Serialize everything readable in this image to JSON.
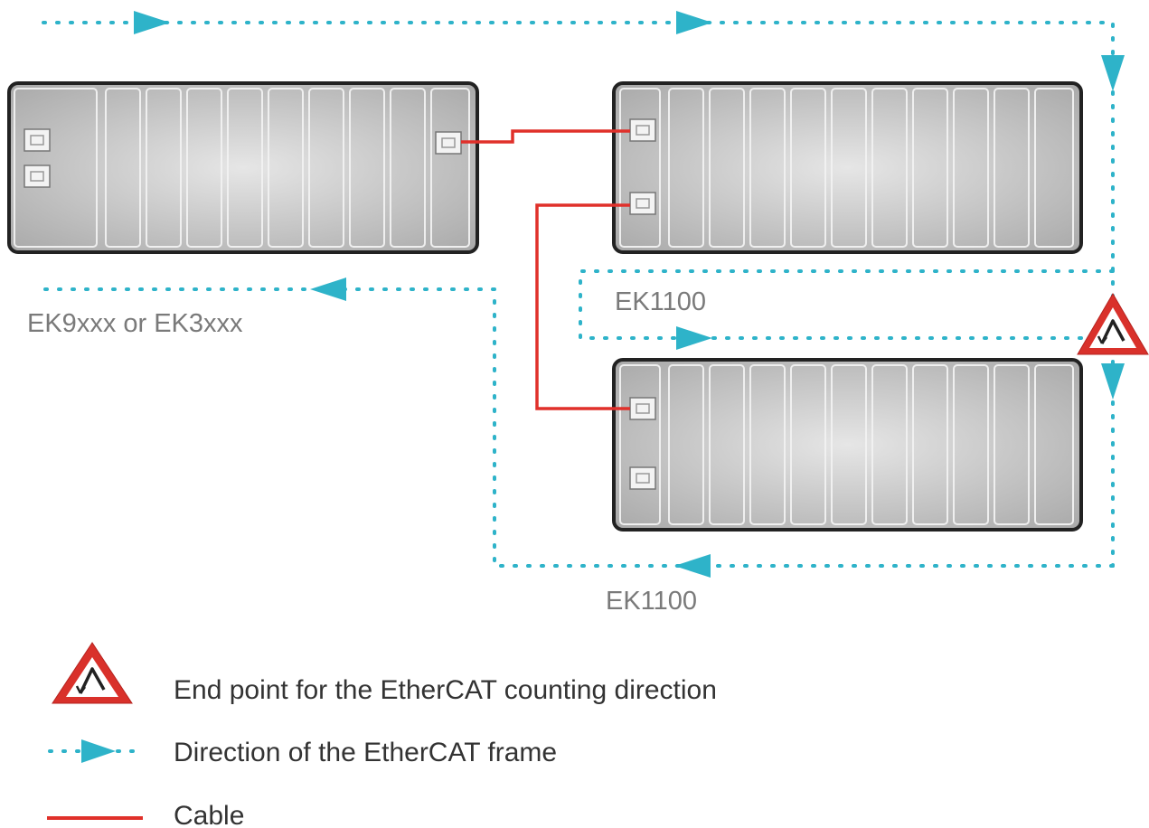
{
  "labels": {
    "coupler_left": "EK9xxx or EK3xxx",
    "coupler_top_right": "EK1100",
    "coupler_bottom_right": "EK1100"
  },
  "legend": {
    "end_point": "End point for the EtherCAT counting direction",
    "frame_direction": "Direction of the EtherCAT frame",
    "cable": "Cable"
  },
  "colors": {
    "frame_path": "#2eb3c9",
    "cable": "#e0302a",
    "device_border": "#222222",
    "device_fill": "#c8c8c8",
    "warning_border": "#d9312b"
  },
  "icons": {
    "end_point": "end-point-warning-icon",
    "ethernet_port": "ethernet-port-icon",
    "direction_arrow": "direction-arrow-icon"
  }
}
